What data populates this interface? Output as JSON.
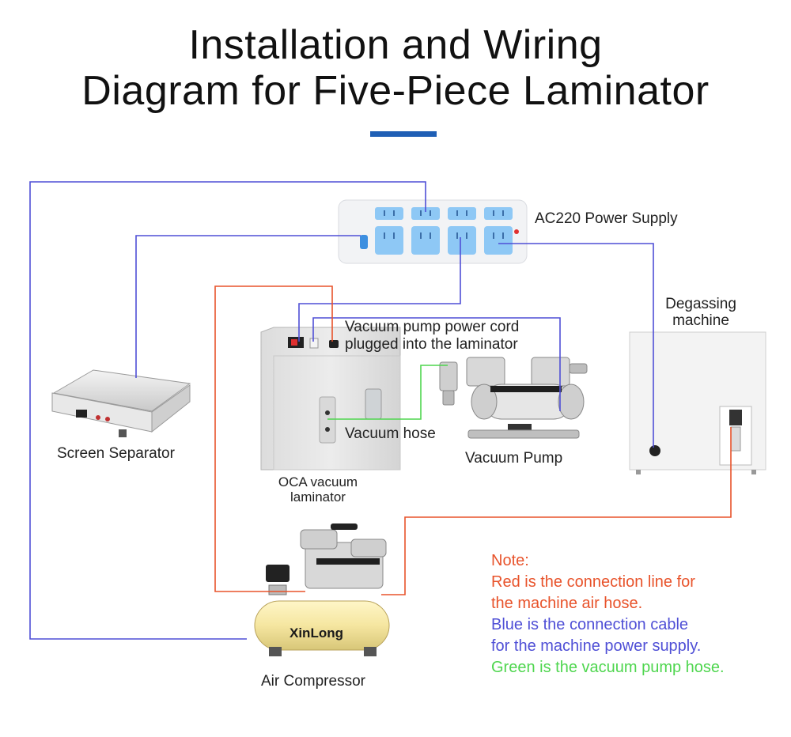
{
  "title": {
    "line1": "Installation and Wiring",
    "line2": "Diagram for Five-Piece Laminator"
  },
  "labels": {
    "power_supply": "AC220 Power Supply",
    "degassing_line1": "Degassing",
    "degassing_line2": "machine",
    "vacuum_cord_line1": "Vacuum pump power cord",
    "vacuum_cord_line2": "plugged into the laminator",
    "vacuum_hose": "Vacuum hose",
    "vacuum_pump": "Vacuum Pump",
    "screen_separator": "Screen Separator",
    "oca_line1": "OCA vacuum",
    "oca_line2": "laminator",
    "air_compressor": "Air Compressor",
    "compressor_brand": "XinLong"
  },
  "note": {
    "heading": "Note:",
    "red_line1": "Red is the connection line for",
    "red_line2": "the machine air hose.",
    "blue_line1": "Blue is the connection cable",
    "blue_line2": "for the machine power supply.",
    "green_line1": "Green is the vacuum pump hose."
  },
  "colors": {
    "red_air_hose": "#e8532b",
    "blue_power": "#4f4fd6",
    "green_vacuum": "#4fd64f",
    "accent_bar": "#1f5fb5"
  }
}
